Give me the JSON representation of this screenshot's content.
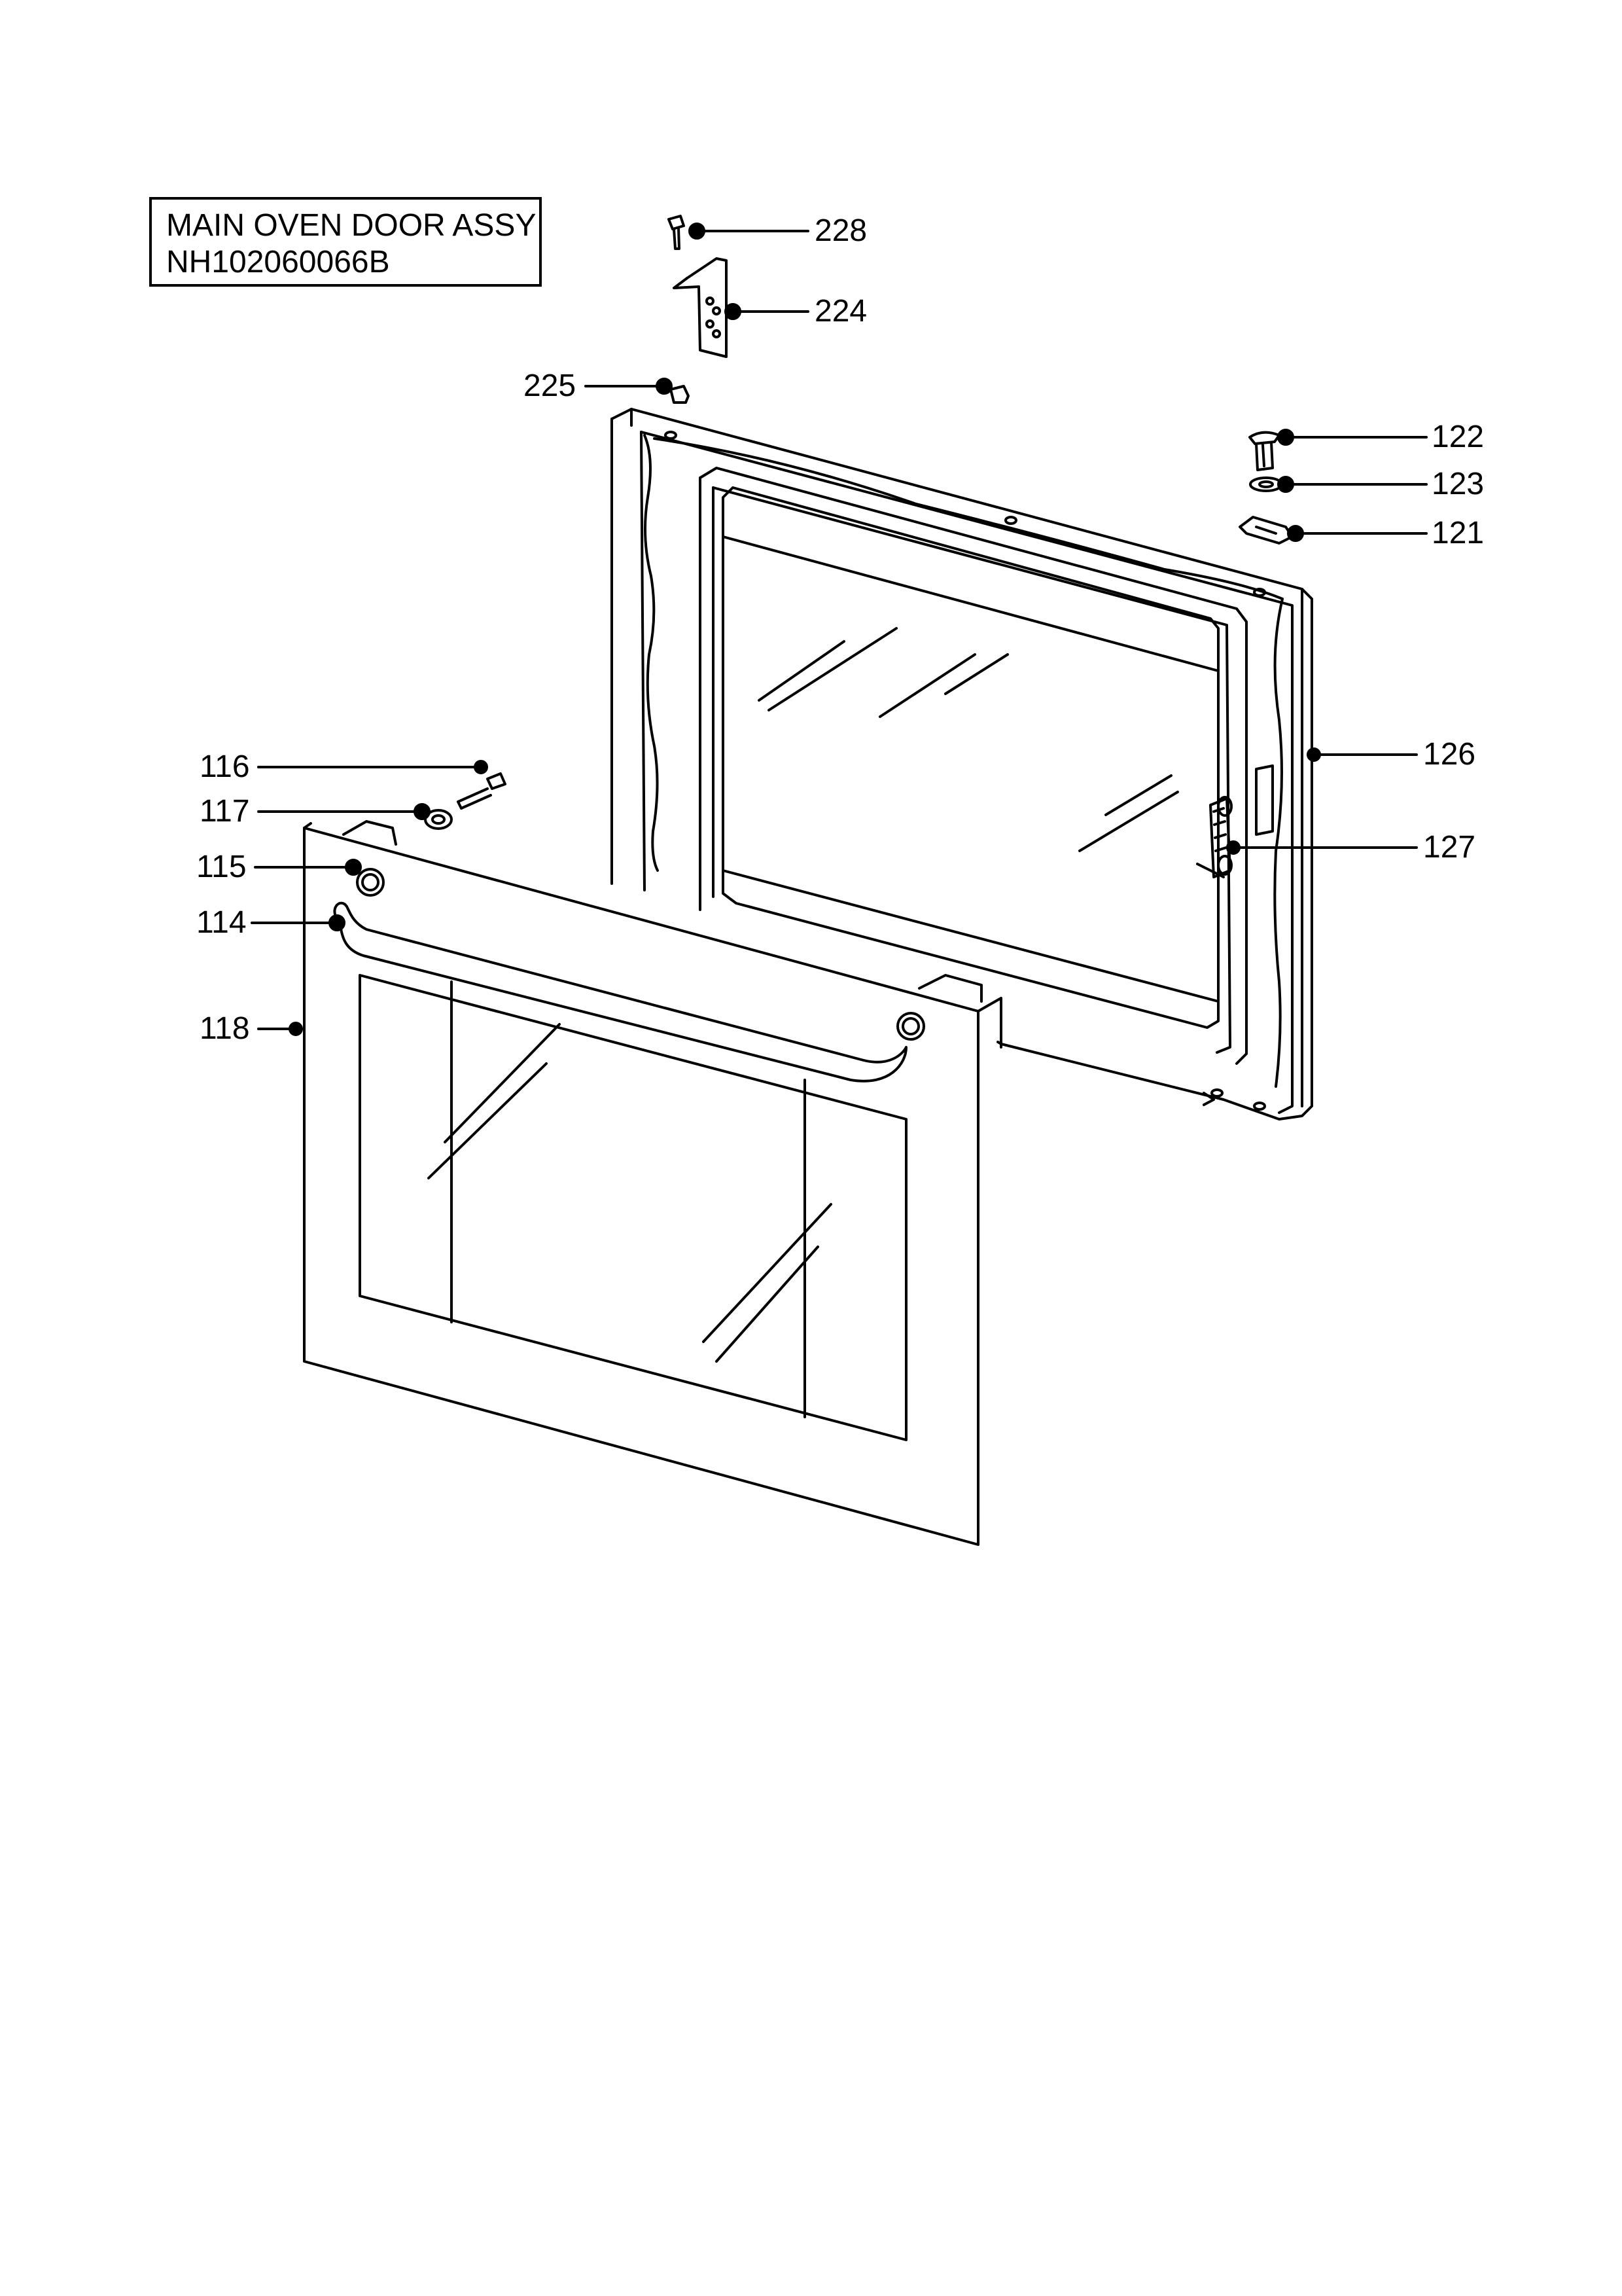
{
  "title": {
    "line1": "MAIN OVEN DOOR ASSY",
    "line2": "NH102060066B"
  },
  "callouts": {
    "c228": "228",
    "c224": "224",
    "c225": "225",
    "c122": "122",
    "c123": "123",
    "c121": "121",
    "c126": "126",
    "c127": "127",
    "c116": "116",
    "c117": "117",
    "c115": "115",
    "c114": "114",
    "c118": "118"
  },
  "colors": {
    "line": "#000000",
    "background": "#ffffff"
  }
}
